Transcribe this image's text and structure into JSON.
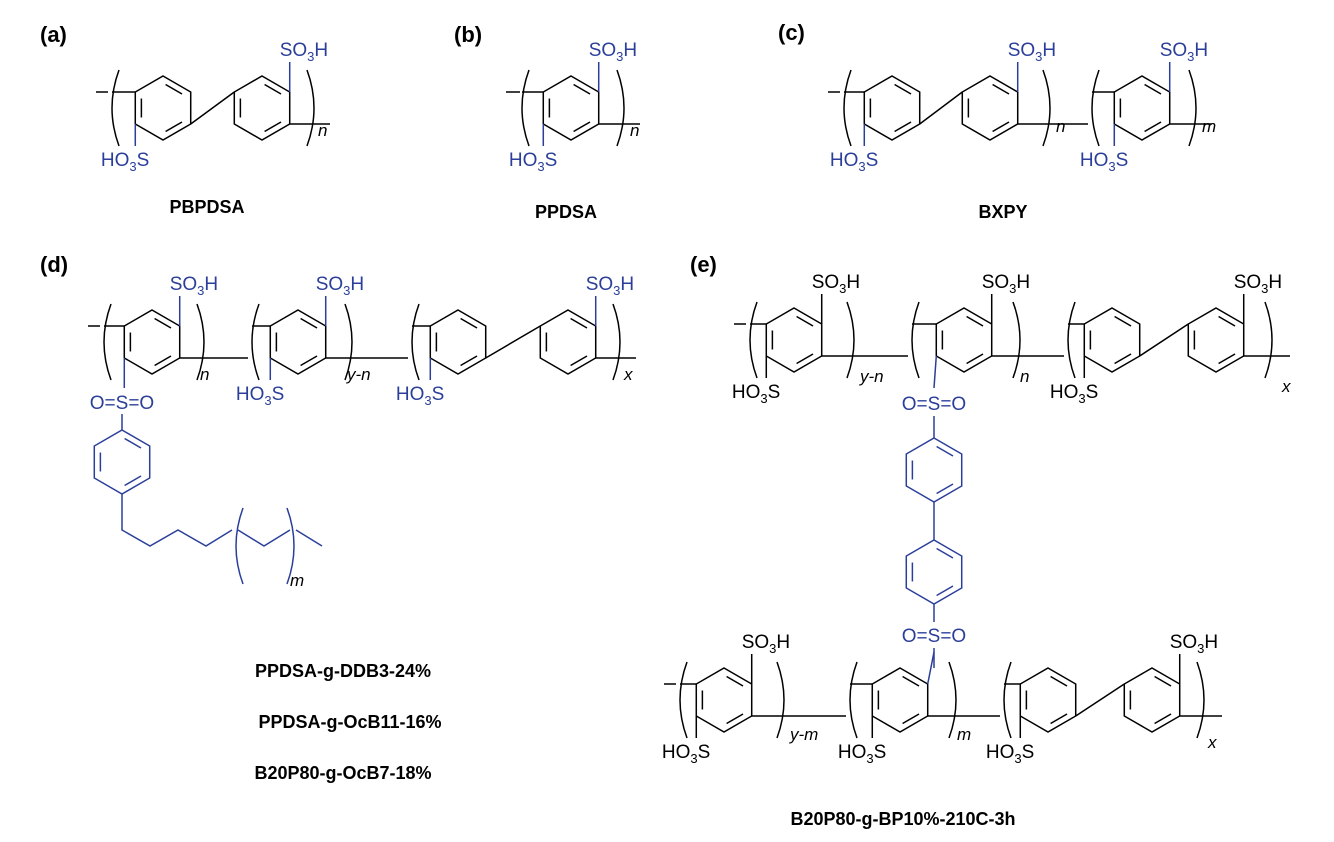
{
  "colors": {
    "graft": "#2b3f9a",
    "backbone": "#000000"
  },
  "panels": {
    "a": {
      "label": "(a)",
      "name": "PBPDSA",
      "index": "n",
      "sulfonic": "SO3H"
    },
    "b": {
      "label": "(b)",
      "name": "PPDSA",
      "index": "n",
      "sulfonic": "SO3H"
    },
    "c": {
      "label": "(c)",
      "name": "BXPY",
      "index_1": "n",
      "index_2": "m",
      "sulfonic": "SO3H"
    },
    "d": {
      "label": "(d)",
      "index_1": "n",
      "index_2": "y-n",
      "index_3": "x",
      "index_chain": "m",
      "sulfonyl": "O=S=O",
      "names": [
        "PPDSA-g-DDB3-24%",
        "PPDSA-g-OcB11-16%",
        "B20P80-g-OcB7-18%"
      ]
    },
    "e": {
      "label": "(e)",
      "top_index_1": "y-n",
      "top_index_2": "n",
      "top_index_3": "x",
      "bottom_index_1": "y-m",
      "bottom_index_2": "m",
      "bottom_index_3": "x",
      "sulfonyl": "O=S=O",
      "name": "B20P80-g-BP10%-210C-3h"
    }
  }
}
